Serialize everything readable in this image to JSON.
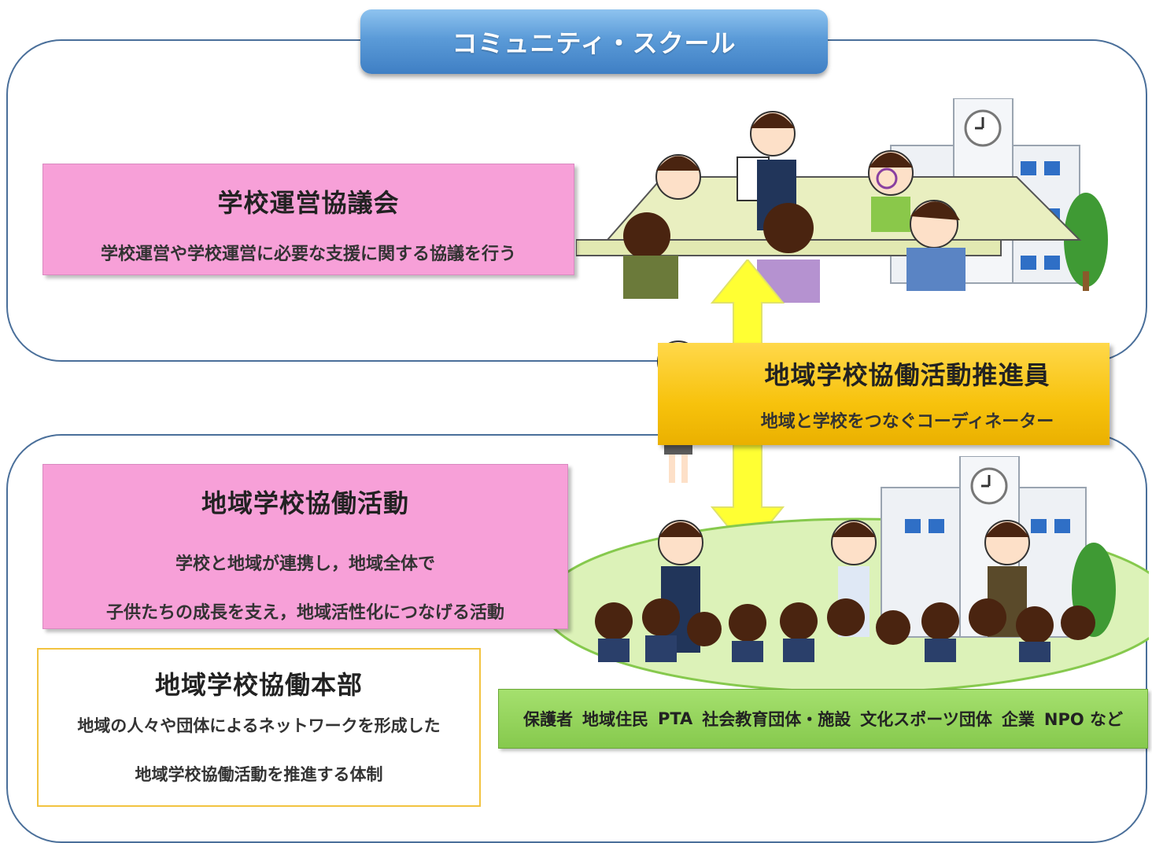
{
  "title": "コミュニティ・スクール",
  "council": {
    "title": "学校運営協議会",
    "description": "学校運営や学校運営に必要な支援に関する協議を行う"
  },
  "coordinator": {
    "title": "地域学校協働活動推進員",
    "description": "地域と学校をつなぐコーディネーター"
  },
  "activity": {
    "title": "地域学校協働活動",
    "description_line1": "学校と地域が連携し，地域全体で",
    "description_line2": "子供たちの成長を支え，地域活性化につなげる活動"
  },
  "headquarters": {
    "title": "地域学校協働本部",
    "description_line1": "地域の人々や団体によるネットワークを形成した",
    "description_line2": "地域学校協働活動を推進する体制"
  },
  "partners": [
    "保護者",
    "地域住民",
    "PTA",
    "社会教育団体・施設",
    "文化スポーツ団体",
    "企業",
    "NPO など"
  ],
  "colors": {
    "banner": "#5b9bd8",
    "pink_box": "#f7a0d8",
    "coordinator_box": "#f7c20c",
    "partners_bar": "#86c94d",
    "hq_border": "#f2c340",
    "panel_border": "#4a6f9a",
    "arrow": "#ffff33"
  }
}
